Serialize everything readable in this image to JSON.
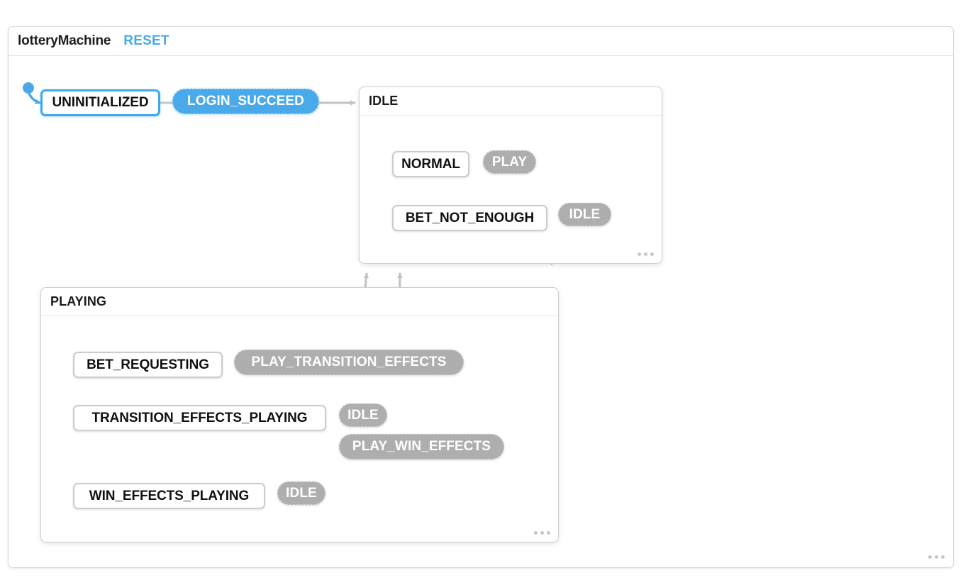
{
  "machine": {
    "title": "lotteryMachine",
    "reset_label": "RESET"
  },
  "states": {
    "uninitialized": {
      "label": "UNINITIALIZED",
      "active": true
    },
    "idle_group": {
      "label": "IDLE"
    },
    "normal": {
      "label": "NORMAL"
    },
    "bet_not_enough": {
      "label": "BET_NOT_ENOUGH"
    },
    "playing_group": {
      "label": "PLAYING"
    },
    "bet_requesting": {
      "label": "BET_REQUESTING"
    },
    "transition_effects_playing": {
      "label": "TRANSITION_EFFECTS_PLAYING"
    },
    "win_effects_playing": {
      "label": "WIN_EFFECTS_PLAYING"
    }
  },
  "events": {
    "login_succeed": {
      "label": "LOGIN_SUCCEED",
      "active": true
    },
    "play": {
      "label": "PLAY"
    },
    "idle_from_bet_not_enough": {
      "label": "IDLE"
    },
    "play_transition_effects": {
      "label": "PLAY_TRANSITION_EFFECTS"
    },
    "idle_from_transition": {
      "label": "IDLE"
    },
    "play_win_effects": {
      "label": "PLAY_WIN_EFFECTS"
    },
    "idle_from_win": {
      "label": "IDLE"
    }
  },
  "colors": {
    "accent": "#4aa8e8",
    "edge": "#c2c2c2",
    "event_pill": "#aeaeae",
    "state_border": "#cccccc",
    "group_border": "#cfcfcf",
    "text": "#111111"
  },
  "chart_data": {
    "type": "diagram",
    "title": "lotteryMachine",
    "nodes": [
      {
        "id": "UNINITIALIZED",
        "kind": "state",
        "parent": null,
        "active": true
      },
      {
        "id": "IDLE",
        "kind": "compound",
        "parent": null
      },
      {
        "id": "NORMAL",
        "kind": "state",
        "parent": "IDLE",
        "initial": true
      },
      {
        "id": "BET_NOT_ENOUGH",
        "kind": "state",
        "parent": "IDLE"
      },
      {
        "id": "PLAYING",
        "kind": "compound",
        "parent": null
      },
      {
        "id": "BET_REQUESTING",
        "kind": "state",
        "parent": "PLAYING",
        "initial": true
      },
      {
        "id": "TRANSITION_EFFECTS_PLAYING",
        "kind": "state",
        "parent": "PLAYING"
      },
      {
        "id": "WIN_EFFECTS_PLAYING",
        "kind": "state",
        "parent": "PLAYING"
      }
    ],
    "edges": [
      {
        "from": "UNINITIALIZED",
        "event": "LOGIN_SUCCEED",
        "to": "IDLE"
      },
      {
        "from": "NORMAL",
        "event": "PLAY",
        "to": "PLAYING"
      },
      {
        "from": "BET_NOT_ENOUGH",
        "event": "IDLE",
        "to": "NORMAL"
      },
      {
        "from": "BET_REQUESTING",
        "event": "PLAY_TRANSITION_EFFECTS",
        "to": "TRANSITION_EFFECTS_PLAYING"
      },
      {
        "from": "TRANSITION_EFFECTS_PLAYING",
        "event": "IDLE",
        "to": "IDLE"
      },
      {
        "from": "TRANSITION_EFFECTS_PLAYING",
        "event": "PLAY_WIN_EFFECTS",
        "to": "WIN_EFFECTS_PLAYING"
      },
      {
        "from": "WIN_EFFECTS_PLAYING",
        "event": "IDLE",
        "to": "IDLE"
      }
    ]
  }
}
